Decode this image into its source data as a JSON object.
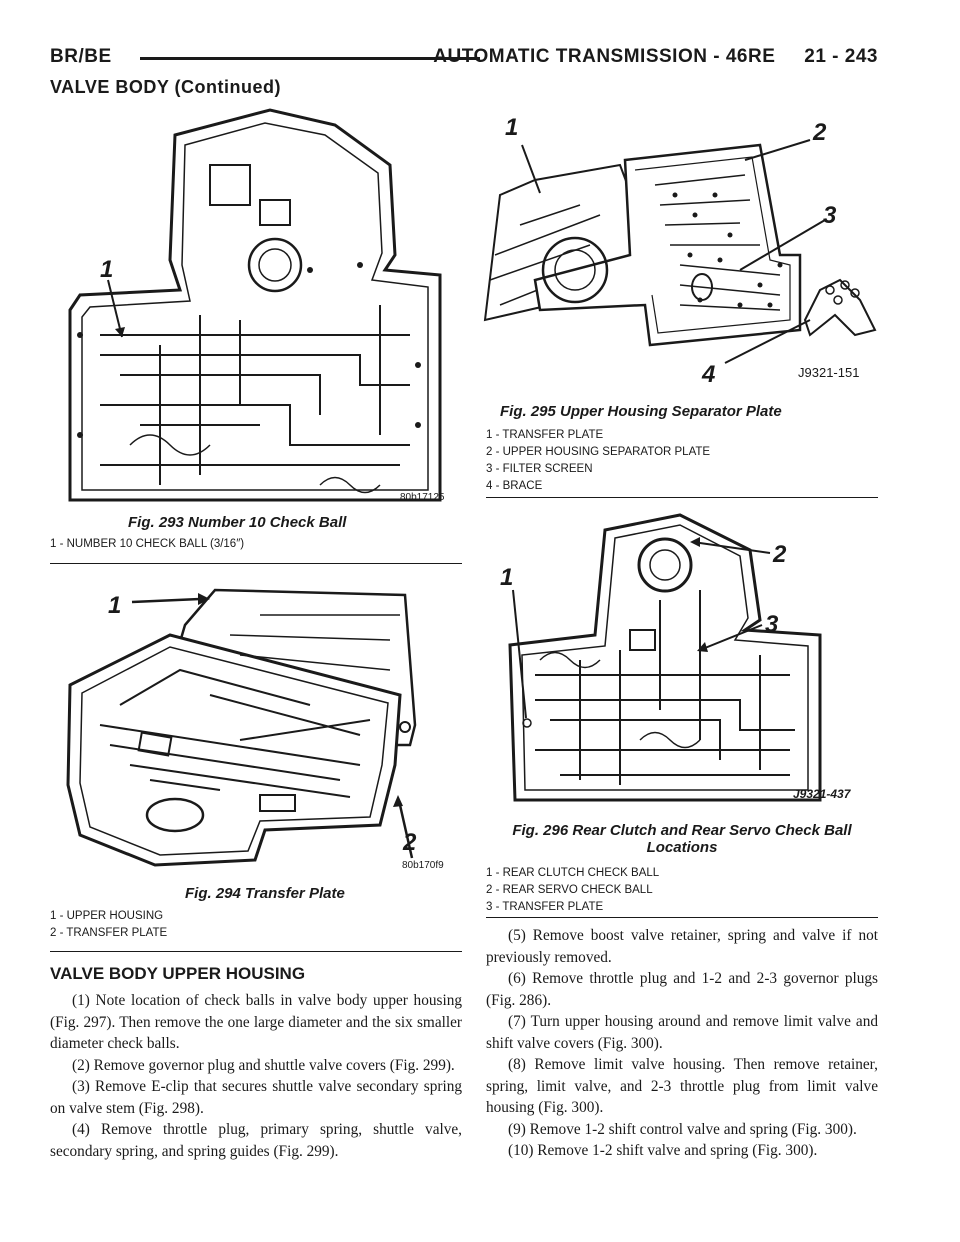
{
  "header": {
    "left": "BR/BE",
    "right": "AUTOMATIC TRANSMISSION - 46RE     21 - 243",
    "continued": "VALVE BODY (Continued)"
  },
  "fig293": {
    "caption": "Fig. 293 Number 10 Check Ball",
    "code": "80b17125",
    "callouts": [
      "1"
    ],
    "legend": [
      "1 - NUMBER 10 CHECK BALL (3/16″)"
    ]
  },
  "fig294": {
    "caption": "Fig. 294 Transfer Plate",
    "code": "80b170f9",
    "callouts": [
      "1",
      "2"
    ],
    "legend": [
      "1 - UPPER HOUSING",
      "2 - TRANSFER PLATE"
    ]
  },
  "fig295": {
    "caption": "Fig. 295 Upper Housing Separator Plate",
    "code": "J9321-151",
    "callouts": [
      "1",
      "2",
      "3",
      "4"
    ],
    "legend": [
      "1 - TRANSFER PLATE",
      "2 - UPPER HOUSING SEPARATOR PLATE",
      "3 - FILTER SCREEN",
      "4 - BRACE"
    ]
  },
  "fig296": {
    "caption_line1": "Fig. 296 Rear Clutch and Rear Servo Check Ball",
    "caption_line2": "Locations",
    "code": "J9321-437",
    "callouts": [
      "1",
      "2",
      "3"
    ],
    "legend": [
      "1 - REAR CLUTCH CHECK BALL",
      "2 - REAR SERVO CHECK BALL",
      "3 - TRANSFER PLATE"
    ]
  },
  "section": {
    "title": "VALVE BODY UPPER HOUSING",
    "left_paragraphs": [
      "(1) Note location of check balls in valve body upper housing (Fig. 297). Then remove the one large diameter and the six smaller diameter check balls.",
      "(2) Remove governor plug and shuttle valve covers (Fig. 299).",
      "(3) Remove E-clip that secures shuttle valve secondary spring on valve stem (Fig. 298).",
      "(4) Remove throttle plug, primary spring, shuttle valve, secondary spring, and spring guides (Fig. 299)."
    ],
    "right_paragraphs": [
      "(5) Remove boost valve retainer, spring and valve if not previously removed.",
      "(6) Remove throttle plug and 1-2 and 2-3 governor plugs (Fig. 286).",
      "(7) Turn upper housing around and remove limit valve and shift valve covers (Fig. 300).",
      "(8) Remove limit valve housing. Then remove retainer, spring, limit valve, and 2-3 throttle plug from limit valve housing (Fig. 300).",
      "(9) Remove 1-2 shift control valve and spring (Fig. 300).",
      "(10) Remove 1-2 shift valve and spring (Fig. 300)."
    ]
  }
}
